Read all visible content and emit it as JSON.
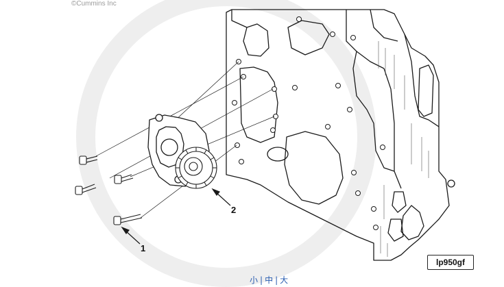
{
  "copyright": "©Cummins Inc",
  "reference_code": "lp950gf",
  "callouts": [
    "1",
    "2"
  ],
  "size_links": [
    "小",
    "中",
    "大"
  ],
  "colors": {
    "line": "#1a1a1a",
    "link": "#2a5db0",
    "watermark": "#eeeeee"
  }
}
